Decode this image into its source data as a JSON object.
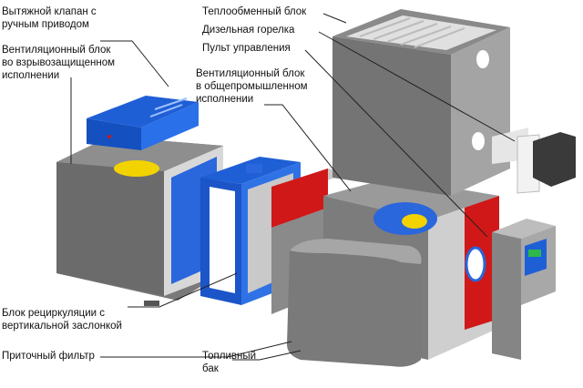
{
  "labels": {
    "exhaust_valve": [
      "Вытяжной клапан с",
      "ручным приводом"
    ],
    "vent_block_explosion": [
      "Вентиляционный блок",
      "во взрывозащищенном",
      "исполнении"
    ],
    "heat_exchanger": [
      "Теплообменный блок"
    ],
    "diesel_burner": [
      "Дизельная горелка"
    ],
    "control_panel": [
      "Пульт управления"
    ],
    "vent_block_general": [
      "Вентиляционный блок",
      "в общепромышленном",
      "исполнении"
    ],
    "recirculation": [
      "Блок рециркуляции с",
      "вертикальной заслонкой"
    ],
    "supply_filter": [
      "Приточный фильтр"
    ],
    "fuel_tank": [
      "Топливный",
      "бак"
    ]
  },
  "colors": {
    "steel_dark": "#6e6e6e",
    "steel_mid": "#8c8c8c",
    "steel_light": "#bdbdbd",
    "blue": "#1f5fd6",
    "red": "#d01818",
    "yellow": "#f2d300"
  }
}
